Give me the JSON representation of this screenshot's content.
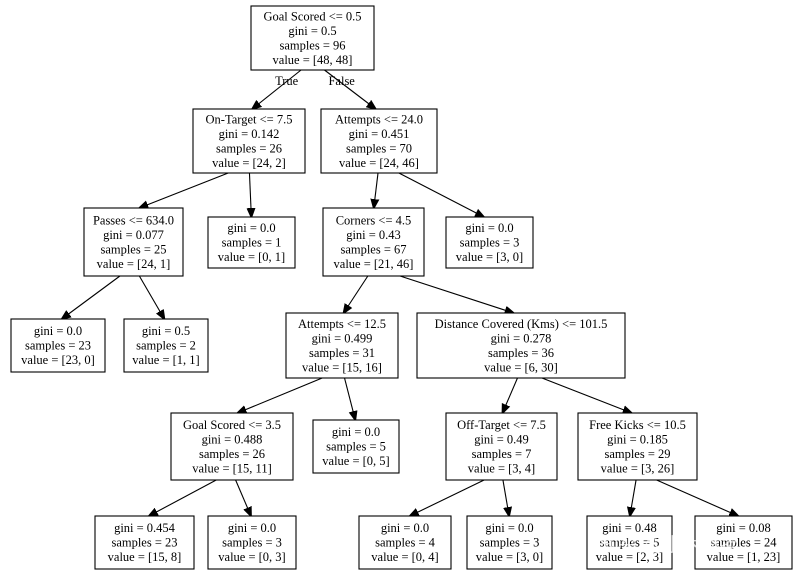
{
  "tree": {
    "nodes": [
      {
        "id": "root",
        "lines": [
          "Goal Scored <= 0.5",
          "gini = 0.5",
          "samples = 96",
          "value = [48, 48]"
        ]
      },
      {
        "id": "n_ontarget",
        "lines": [
          "On-Target <= 7.5",
          "gini = 0.142",
          "samples = 26",
          "value = [24, 2]"
        ]
      },
      {
        "id": "n_attempts24",
        "lines": [
          "Attempts <= 24.0",
          "gini = 0.451",
          "samples = 70",
          "value = [24, 46]"
        ]
      },
      {
        "id": "n_passes",
        "lines": [
          "Passes <= 634.0",
          "gini = 0.077",
          "samples = 25",
          "value = [24, 1]"
        ]
      },
      {
        "id": "n_leaf_01",
        "lines": [
          "gini = 0.0",
          "samples = 1",
          "value = [0, 1]"
        ]
      },
      {
        "id": "n_corners",
        "lines": [
          "Corners <= 4.5",
          "gini = 0.43",
          "samples = 67",
          "value = [21, 46]"
        ]
      },
      {
        "id": "n_leaf_30",
        "lines": [
          "gini = 0.0",
          "samples = 3",
          "value = [3, 0]"
        ]
      },
      {
        "id": "n_leaf_230",
        "lines": [
          "gini = 0.0",
          "samples = 23",
          "value = [23, 0]"
        ]
      },
      {
        "id": "n_leaf_11",
        "lines": [
          "gini = 0.5",
          "samples = 2",
          "value = [1, 1]"
        ]
      },
      {
        "id": "n_attempts12",
        "lines": [
          "Attempts <= 12.5",
          "gini = 0.499",
          "samples = 31",
          "value = [15, 16]"
        ]
      },
      {
        "id": "n_distance",
        "lines": [
          "Distance Covered (Kms) <= 101.5",
          "gini = 0.278",
          "samples = 36",
          "value = [6, 30]"
        ]
      },
      {
        "id": "n_goal35",
        "lines": [
          "Goal Scored <= 3.5",
          "gini = 0.488",
          "samples = 26",
          "value = [15, 11]"
        ]
      },
      {
        "id": "n_leaf_05",
        "lines": [
          "gini = 0.0",
          "samples = 5",
          "value = [0, 5]"
        ]
      },
      {
        "id": "n_offtarget",
        "lines": [
          "Off-Target <= 7.5",
          "gini = 0.49",
          "samples = 7",
          "value = [3, 4]"
        ]
      },
      {
        "id": "n_freekicks",
        "lines": [
          "Free Kicks <= 10.5",
          "gini = 0.185",
          "samples = 29",
          "value = [3, 26]"
        ]
      },
      {
        "id": "n_leaf_158",
        "lines": [
          "gini = 0.454",
          "samples = 23",
          "value = [15, 8]"
        ]
      },
      {
        "id": "n_leaf_03",
        "lines": [
          "gini = 0.0",
          "samples = 3",
          "value = [0, 3]"
        ]
      },
      {
        "id": "n_leaf_04",
        "lines": [
          "gini = 0.0",
          "samples = 4",
          "value = [0, 4]"
        ]
      },
      {
        "id": "n_leaf_30b",
        "lines": [
          "gini = 0.0",
          "samples = 3",
          "value = [3, 0]"
        ]
      },
      {
        "id": "n_leaf_23",
        "lines": [
          "gini = 0.48",
          "samples = 5",
          "value = [2, 3]"
        ]
      },
      {
        "id": "n_leaf_123",
        "lines": [
          "gini = 0.08",
          "samples = 24",
          "value = [1, 23]"
        ]
      }
    ],
    "edges": [
      {
        "from": "root",
        "to": "n_ontarget",
        "label": "True"
      },
      {
        "from": "root",
        "to": "n_attempts24",
        "label": "False"
      },
      {
        "from": "n_ontarget",
        "to": "n_passes",
        "label": ""
      },
      {
        "from": "n_ontarget",
        "to": "n_leaf_01",
        "label": ""
      },
      {
        "from": "n_attempts24",
        "to": "n_corners",
        "label": ""
      },
      {
        "from": "n_attempts24",
        "to": "n_leaf_30",
        "label": ""
      },
      {
        "from": "n_passes",
        "to": "n_leaf_230",
        "label": ""
      },
      {
        "from": "n_passes",
        "to": "n_leaf_11",
        "label": ""
      },
      {
        "from": "n_corners",
        "to": "n_attempts12",
        "label": ""
      },
      {
        "from": "n_corners",
        "to": "n_distance",
        "label": ""
      },
      {
        "from": "n_attempts12",
        "to": "n_goal35",
        "label": ""
      },
      {
        "from": "n_attempts12",
        "to": "n_leaf_05",
        "label": ""
      },
      {
        "from": "n_distance",
        "to": "n_offtarget",
        "label": ""
      },
      {
        "from": "n_distance",
        "to": "n_freekicks",
        "label": ""
      },
      {
        "from": "n_goal35",
        "to": "n_leaf_158",
        "label": ""
      },
      {
        "from": "n_goal35",
        "to": "n_leaf_03",
        "label": ""
      },
      {
        "from": "n_offtarget",
        "to": "n_leaf_04",
        "label": ""
      },
      {
        "from": "n_offtarget",
        "to": "n_leaf_30b",
        "label": ""
      },
      {
        "from": "n_freekicks",
        "to": "n_leaf_23",
        "label": ""
      },
      {
        "from": "n_freekicks",
        "to": "n_leaf_123",
        "label": ""
      }
    ]
  },
  "watermark": "知乎 @水木清扬"
}
